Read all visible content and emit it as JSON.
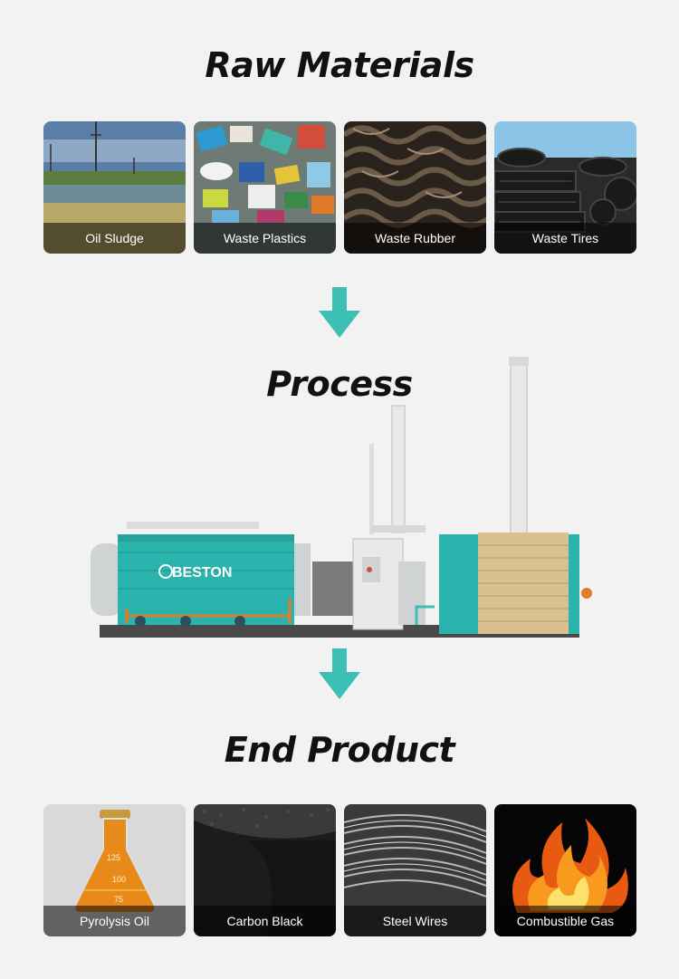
{
  "sections": {
    "raw_title": "Raw Materials",
    "process_title": "Process",
    "end_title": "End Product"
  },
  "raw_materials": [
    {
      "label": "Oil Sludge"
    },
    {
      "label": "Waste Plastics"
    },
    {
      "label": "Waste Rubber"
    },
    {
      "label": "Waste Tires"
    }
  ],
  "end_products": [
    {
      "label": "Pyrolysis Oil"
    },
    {
      "label": "Carbon Black"
    },
    {
      "label": "Steel Wires"
    },
    {
      "label": "Combustible Gas"
    }
  ],
  "machine": {
    "brand": "BESTON"
  },
  "flask": {
    "marks": [
      "125",
      "100",
      "75"
    ]
  },
  "colors": {
    "background": "#f2f2f2",
    "arrow": "#3cbfb4",
    "machine_teal": "#2bb3ae"
  }
}
